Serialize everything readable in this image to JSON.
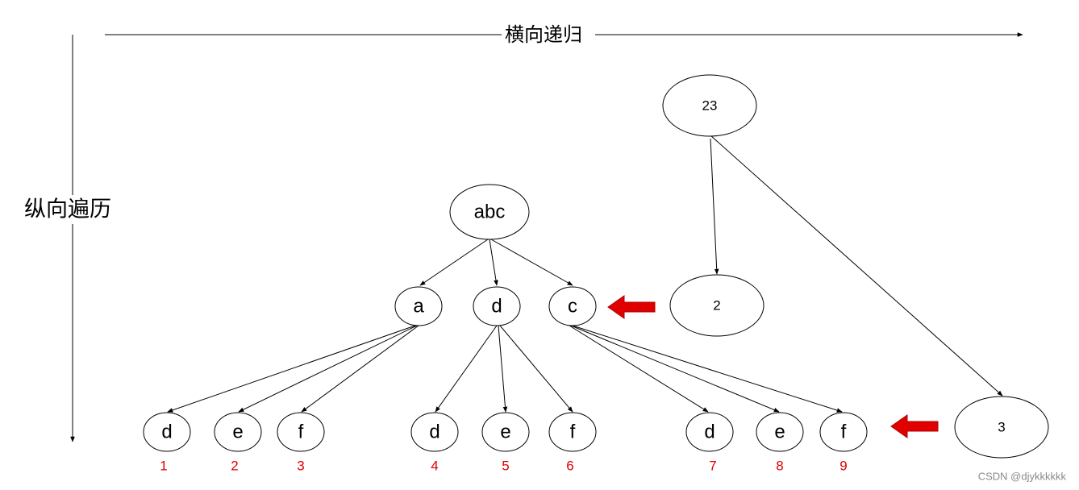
{
  "axes": {
    "horizontal_label": "横向递归",
    "vertical_label": "纵向遍历"
  },
  "nodes": {
    "n23": "23",
    "n2": "2",
    "n3": "3",
    "abc": "abc",
    "a": "a",
    "d": "d",
    "c": "c",
    "a_d": "d",
    "a_e": "e",
    "a_f": "f",
    "d_d": "d",
    "d_e": "e",
    "d_f": "f",
    "c_d": "d",
    "c_e": "e",
    "c_f": "f"
  },
  "order_labels": [
    "1",
    "2",
    "3",
    "4",
    "5",
    "6",
    "7",
    "8",
    "9"
  ],
  "colors": {
    "line": "#000000",
    "highlight": "#e00000",
    "order_text": "#e00000"
  },
  "watermark": "CSDN @djykkkkkk"
}
